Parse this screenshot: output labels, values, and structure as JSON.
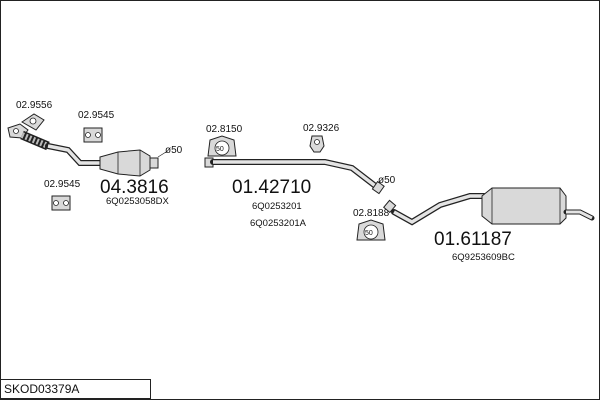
{
  "diagram": {
    "code": "SKOD03379A",
    "parts": [
      {
        "id": "p1",
        "number": "04.3816",
        "oem": "6Q0253058DX"
      },
      {
        "id": "p2",
        "number": "01.42710",
        "oem": [
          "6Q0253201",
          "6Q0253201A"
        ]
      },
      {
        "id": "p3",
        "number": "01.61187",
        "oem": "6Q9253609BC"
      }
    ],
    "fittings": [
      {
        "id": "f1",
        "number": "02.9556"
      },
      {
        "id": "f2",
        "number": "02.9545"
      },
      {
        "id": "f3",
        "number": "02.9545"
      },
      {
        "id": "f4",
        "number": "02.8150"
      },
      {
        "id": "f5",
        "number": "02.9326"
      },
      {
        "id": "f6",
        "number": "02.8188"
      }
    ],
    "diameters": [
      "ø50",
      "ø50"
    ],
    "clamp_label": "50"
  }
}
